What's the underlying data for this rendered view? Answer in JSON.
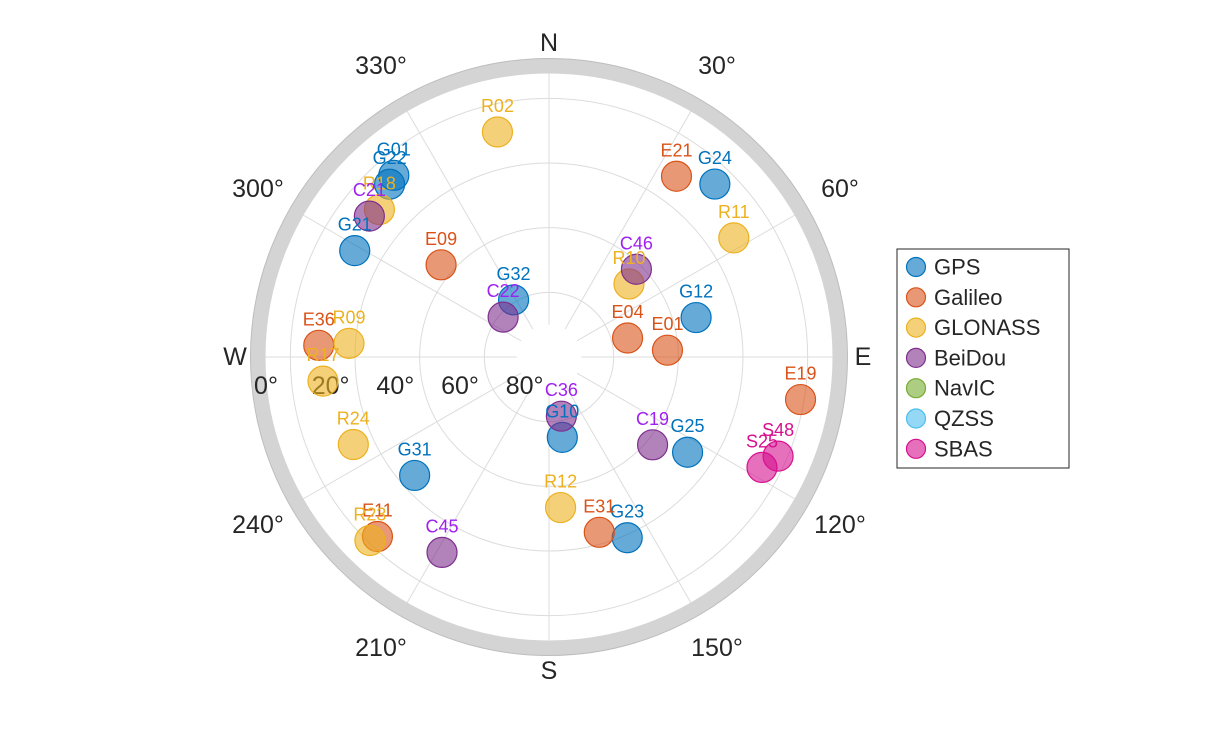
{
  "colors": {
    "GPS": "#0072BD",
    "Galileo": "#D95319",
    "GLONASS": "#EDB120",
    "BeiDou": "#7E2F8E",
    "NavIC": "#77AC30",
    "QZSS": "#4DBEEE",
    "SBAS": "#D6108F"
  },
  "label_colors": {
    "GPS": "#0072BD",
    "Galileo": "#D95319",
    "GLONASS": "#EDB120",
    "BeiDou": "#A020F0",
    "NavIC": "#77AC30",
    "QZSS": "#4DBEEE",
    "SBAS": "#D6108F"
  },
  "chart_data": {
    "type": "scatter",
    "coordinate_system": "polar-skyplot",
    "compass_labels": [
      "N",
      "E",
      "S",
      "W"
    ],
    "azimuth_ticks": [
      {
        "az": 30,
        "label": "30°"
      },
      {
        "az": 60,
        "label": "60°"
      },
      {
        "az": 120,
        "label": "120°"
      },
      {
        "az": 150,
        "label": "150°"
      },
      {
        "az": 210,
        "label": "210°"
      },
      {
        "az": 240,
        "label": "240°"
      },
      {
        "az": 300,
        "label": "300°"
      },
      {
        "az": 330,
        "label": "330°"
      }
    ],
    "elevation_ticks": [
      {
        "el": 0,
        "label": "0°"
      },
      {
        "el": 20,
        "label": "20°"
      },
      {
        "el": 40,
        "label": "40°"
      },
      {
        "el": 60,
        "label": "60°"
      },
      {
        "el": 80,
        "label": "80°"
      }
    ],
    "elevation_range": [
      0,
      90
    ],
    "grid": true,
    "legend_position": "right",
    "legend": [
      "GPS",
      "Galileo",
      "GLONASS",
      "BeiDou",
      "NavIC",
      "QZSS",
      "SBAS"
    ],
    "satellites": [
      {
        "id": "G22",
        "constellation": "GPS",
        "az": 317.3,
        "el": 17.3
      },
      {
        "id": "G01",
        "constellation": "GPS",
        "az": 319.5,
        "el": 16.1
      },
      {
        "id": "G24",
        "constellation": "GPS",
        "az": 43.8,
        "el": 15.9
      },
      {
        "id": "G21",
        "constellation": "GPS",
        "az": 298.7,
        "el": 21.5
      },
      {
        "id": "G32",
        "constellation": "GPS",
        "az": 328.2,
        "el": 69.2
      },
      {
        "id": "G12",
        "constellation": "GPS",
        "az": 75.0,
        "el": 42.9
      },
      {
        "id": "G10",
        "constellation": "GPS",
        "az": 170.6,
        "el": 64.8
      },
      {
        "id": "G25",
        "constellation": "GPS",
        "az": 124.5,
        "el": 38.0
      },
      {
        "id": "G31",
        "constellation": "GPS",
        "az": 228.6,
        "el": 34.6
      },
      {
        "id": "G23",
        "constellation": "GPS",
        "az": 156.6,
        "el": 29.1
      },
      {
        "id": "E21",
        "constellation": "Galileo",
        "az": 35.2,
        "el": 21.6
      },
      {
        "id": "E09",
        "constellation": "Galileo",
        "az": 310.5,
        "el": 46.1
      },
      {
        "id": "E04",
        "constellation": "Galileo",
        "az": 76.4,
        "el": 65.0
      },
      {
        "id": "E01",
        "constellation": "Galileo",
        "az": 86.7,
        "el": 53.3
      },
      {
        "id": "E36",
        "constellation": "Galileo",
        "az": 272.9,
        "el": 18.7
      },
      {
        "id": "E19",
        "constellation": "Galileo",
        "az": 99.6,
        "el": 11.1
      },
      {
        "id": "E31",
        "constellation": "Galileo",
        "az": 164.0,
        "el": 33.6
      },
      {
        "id": "E11",
        "constellation": "Galileo",
        "az": 223.7,
        "el": 13.2
      },
      {
        "id": "R02",
        "constellation": "GLONASS",
        "az": 347.1,
        "el": 18.6
      },
      {
        "id": "R18",
        "constellation": "GLONASS",
        "az": 311.0,
        "el": 20.5
      },
      {
        "id": "R11",
        "constellation": "GLONASS",
        "az": 57.2,
        "el": 22.0
      },
      {
        "id": "R10",
        "constellation": "GLONASS",
        "az": 47.6,
        "el": 56.5
      },
      {
        "id": "R09",
        "constellation": "GLONASS",
        "az": 273.9,
        "el": 28.0
      },
      {
        "id": "R17",
        "constellation": "GLONASS",
        "az": 263.9,
        "el": 19.7
      },
      {
        "id": "R24",
        "constellation": "GLONASS",
        "az": 245.9,
        "el": 23.7
      },
      {
        "id": "R12",
        "constellation": "GLONASS",
        "az": 175.6,
        "el": 43.3
      },
      {
        "id": "R23",
        "constellation": "GLONASS",
        "az": 224.3,
        "el": 10.7
      },
      {
        "id": "C21",
        "constellation": "BeiDou",
        "az": 308.1,
        "el": 19.4
      },
      {
        "id": "C22",
        "constellation": "BeiDou",
        "az": 311.0,
        "el": 71.2
      },
      {
        "id": "C46",
        "constellation": "BeiDou",
        "az": 44.9,
        "el": 51.7
      },
      {
        "id": "C36",
        "constellation": "BeiDou",
        "az": 168.2,
        "el": 71.3
      },
      {
        "id": "C19",
        "constellation": "BeiDou",
        "az": 130.3,
        "el": 48.0
      },
      {
        "id": "C45",
        "constellation": "BeiDou",
        "az": 208.7,
        "el": 21.1
      },
      {
        "id": "S25",
        "constellation": "SBAS",
        "az": 117.4,
        "el": 15.8
      },
      {
        "id": "S48",
        "constellation": "SBAS",
        "az": 113.4,
        "el": 12.8
      }
    ]
  }
}
